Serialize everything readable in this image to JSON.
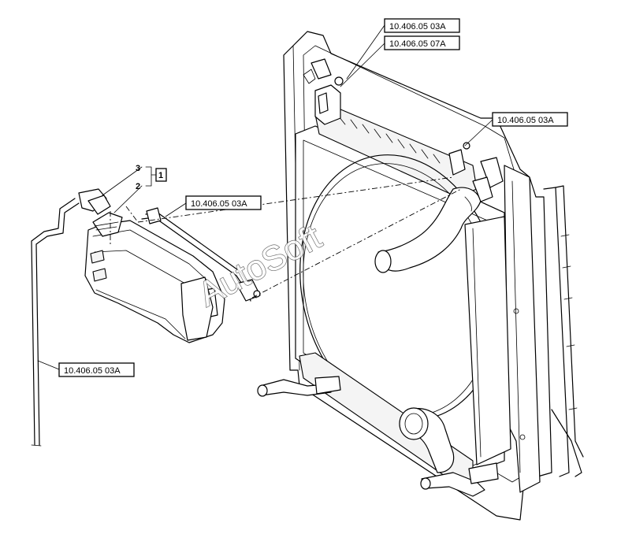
{
  "callouts": [
    {
      "id": "top-1",
      "label": "10.406.05 03A"
    },
    {
      "id": "top-2",
      "label": "10.406.05 07A"
    },
    {
      "id": "right",
      "label": "10.406.05 03A"
    },
    {
      "id": "tank",
      "label": "10.406.05 03A"
    },
    {
      "id": "hose",
      "label": "10.406.05 03A"
    }
  ],
  "part_numbers": {
    "item_3": "3",
    "item_2": "2",
    "item_1": "1"
  },
  "watermark": "AutoSoft"
}
